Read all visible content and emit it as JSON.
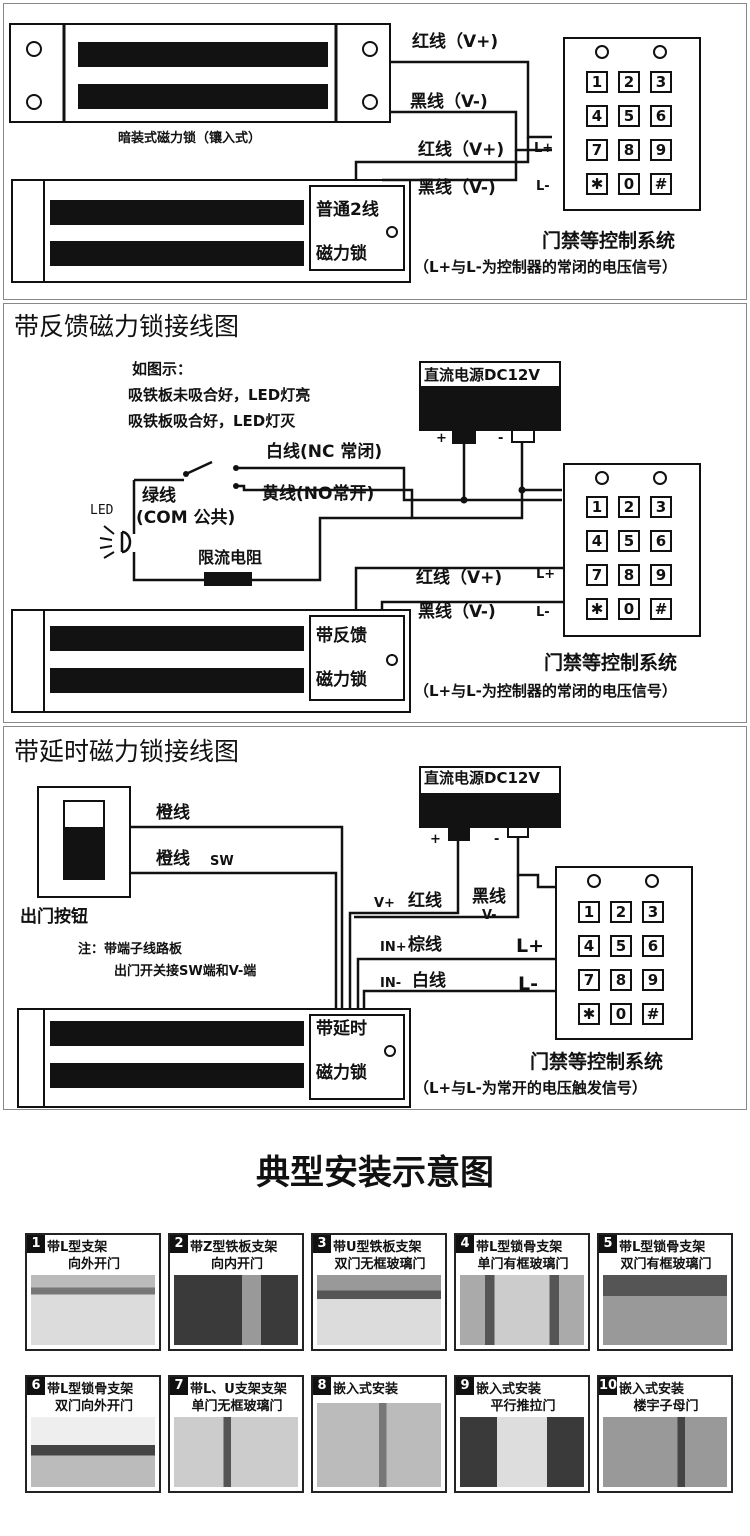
{
  "colors": {
    "ink": "#111111",
    "bar": "#121212",
    "frame": "#888888",
    "photo_light": "#dcdcdc",
    "photo_dark": "#3a3a3a"
  },
  "top": {
    "embedded_lock_label": "暗装式磁力锁（镶入式）",
    "red_wire_top": "红线（V+)",
    "black_wire_top": "黑线（V-)",
    "red_wire_2": "红线（V+)",
    "black_wire_2": "黑线（V-)",
    "l_plus": "L+",
    "l_minus": "L-",
    "lock_line1": "普通2线",
    "lock_line2": "磁力锁",
    "access_title": "门禁等控制系统",
    "access_note": "（L+与L-为控制器的常闭的电压信号）"
  },
  "keypad": {
    "keys": [
      "1",
      "2",
      "3",
      "4",
      "5",
      "6",
      "7",
      "8",
      "9",
      "✱",
      "0",
      "#"
    ]
  },
  "feedback": {
    "title": "带反馈磁力锁接线图",
    "note1": "如图示：",
    "note2": "吸铁板未吸合好，LED灯亮",
    "note3": "吸铁板吸合好，LED灯灭",
    "power": "直流电源DC12V",
    "plus": "+",
    "minus": "-",
    "white_wire": "白线(NC 常闭)",
    "yellow_wire": "黄线(NO常开)",
    "green_wire": "绿线",
    "com": "(COM 公共)",
    "led": "LED",
    "resistor": "限流电阻",
    "red_wire": "红线（V+)",
    "black_wire": "黑线（V-)",
    "l_plus": "L+",
    "l_minus": "L-",
    "lock_line1": "带反馈",
    "lock_line2": "磁力锁",
    "access_title": "门禁等控制系统",
    "access_note": "（L+与L-为控制器的常闭的电压信号）"
  },
  "delay": {
    "title": "带延时磁力锁接线图",
    "power": "直流电源DC12V",
    "plus": "+",
    "minus": "-",
    "orange_wire": "橙线",
    "orange_sw": "橙线",
    "sw": "SW",
    "exit_button": "出门按钮",
    "note1": "注：带端子线路板",
    "note2": "出门开关接SW端和V-端",
    "v_plus": "V+",
    "red_wire": "红线",
    "black_wire": "黑线",
    "v_minus": "V-",
    "in_plus": "IN+",
    "brown_wire": "棕线",
    "in_minus": "IN-",
    "white_wire": "白线",
    "l_plus": "L+",
    "l_minus": "L-",
    "lock_line1": "带延时",
    "lock_line2": "磁力锁",
    "access_title": "门禁等控制系统",
    "access_note": "（L+与L-为常开的电压触发信号）"
  },
  "install": {
    "title": "典型安装示意图",
    "items": [
      {
        "num": "1",
        "line1": "带L型支架",
        "line2": "向外开门"
      },
      {
        "num": "2",
        "line1": "带Z型铁板支架",
        "line2": "向内开门"
      },
      {
        "num": "3",
        "line1": "带U型铁板支架",
        "line2": "双门无框玻璃门"
      },
      {
        "num": "4",
        "line1": "带L型锁骨支架",
        "line2": "单门有框玻璃门"
      },
      {
        "num": "5",
        "line1": "带L型锁骨支架",
        "line2": "双门有框玻璃门"
      },
      {
        "num": "6",
        "line1": "带L型锁骨支架",
        "line2": "双门向外开门"
      },
      {
        "num": "7",
        "line1": "带L、U支架支架",
        "line2": "单门无框玻璃门"
      },
      {
        "num": "8",
        "line1": "嵌入式安装",
        "line2": ""
      },
      {
        "num": "9",
        "line1": "嵌入式安装",
        "line2": "平行推拉门"
      },
      {
        "num": "10",
        "line1": "嵌入式安装",
        "line2": "楼宇子母门"
      }
    ]
  }
}
